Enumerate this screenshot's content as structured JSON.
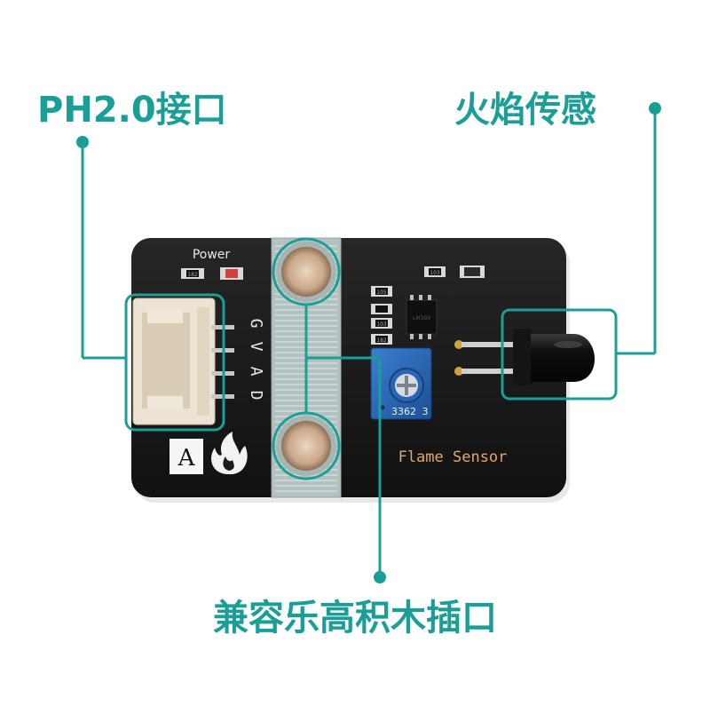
{
  "callouts": {
    "connector": "PH2.0接口",
    "flame_sensing": "火焰传感",
    "lego_mount": "兼容乐高积木插口"
  },
  "board": {
    "power_label": "Power",
    "pin_labels": [
      "G",
      "V",
      "A",
      "D"
    ],
    "type_letter": "A",
    "product_name": "Flame Sensor",
    "pot_marking": "3362",
    "pot_marking_suffix": "3",
    "smd_marks": [
      "182",
      "103",
      "105",
      "103",
      "182",
      "LM393"
    ]
  },
  "colors": {
    "accent": "#1a9e96",
    "board": "#1b1b1b",
    "potentiometer": "#2d6ab8",
    "connector": "#ece3d2",
    "mount_hole": "#c9a88a",
    "flame_led": "#0c0c0c"
  },
  "icons": [
    "flame-icon"
  ]
}
